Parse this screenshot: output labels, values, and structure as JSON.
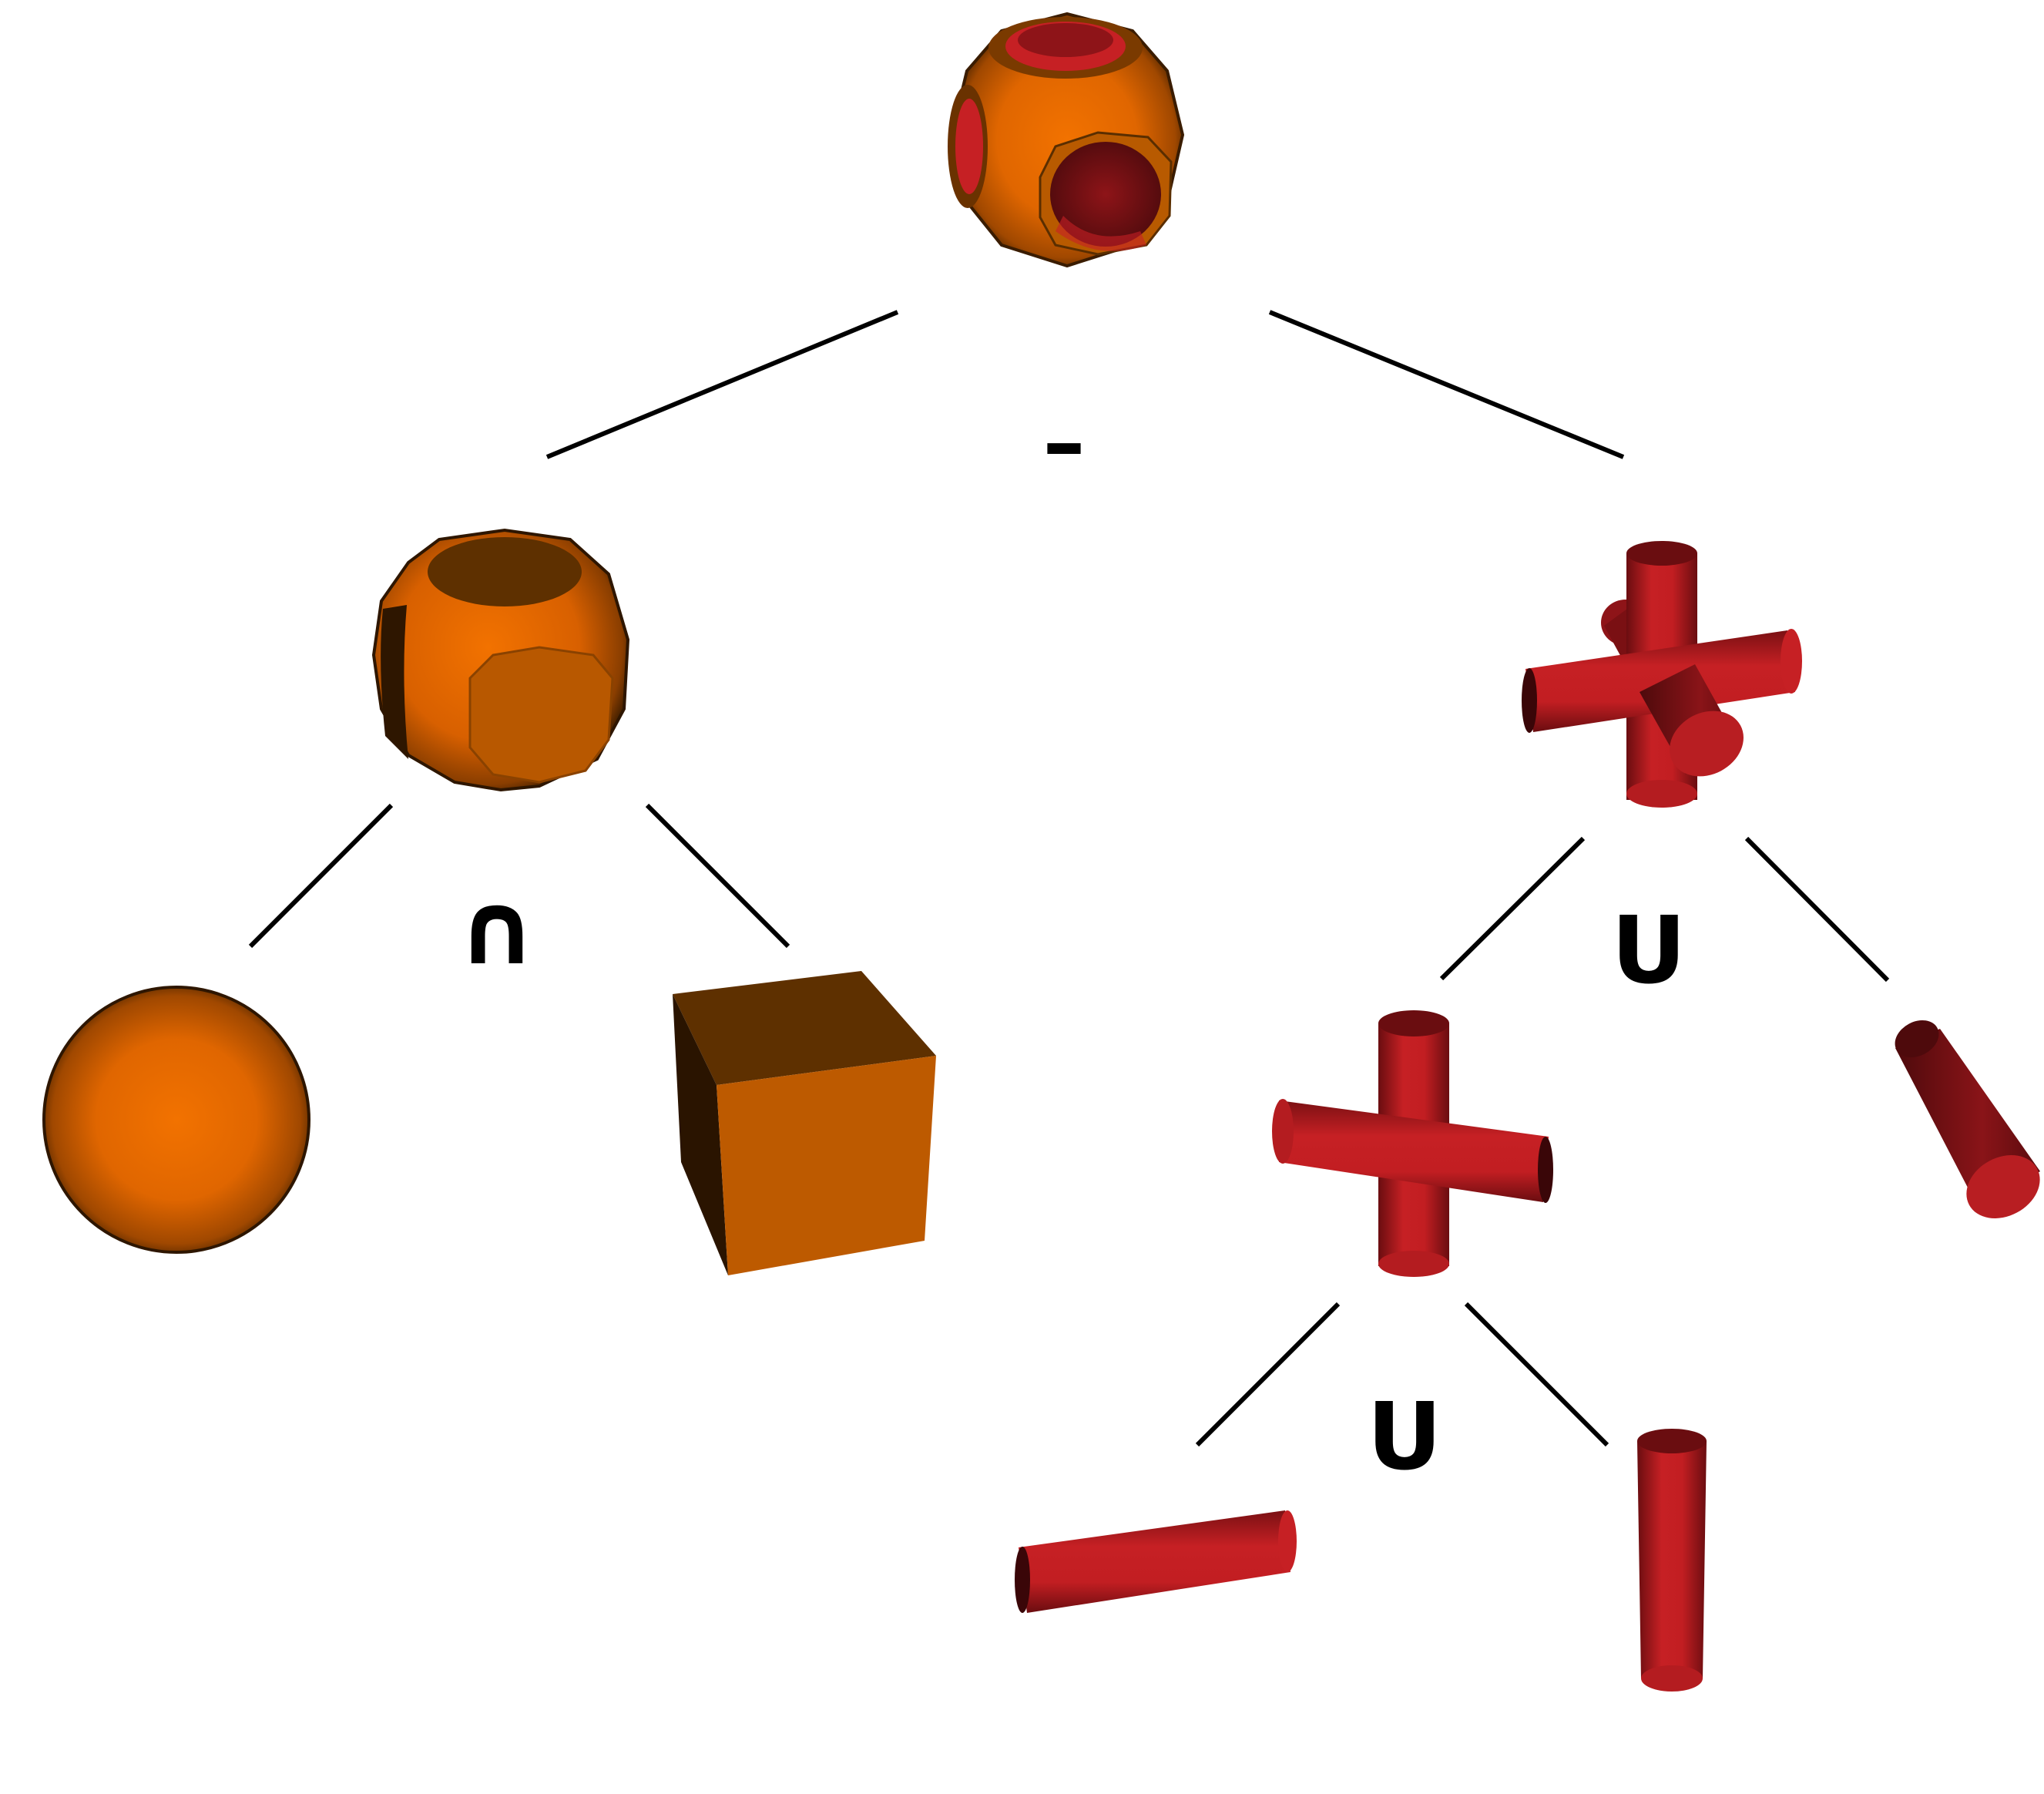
{
  "diagram": {
    "operators": {
      "difference": "–",
      "intersection": "∩",
      "union_right": "U",
      "union_lower": "U"
    },
    "colors": {
      "orange": "#f07000",
      "orange_dark": "#5a2e00",
      "red": "#c62024",
      "red_dark": "#5a0b0e",
      "line": "#000000"
    },
    "shapes": [
      "drilled-sphere-cube-result",
      "sphere-cube-intersection",
      "sphere",
      "cube",
      "three-cylinder-cross",
      "two-cylinder-cross",
      "diagonal-cylinder",
      "horizontal-cylinder",
      "vertical-cylinder"
    ]
  }
}
